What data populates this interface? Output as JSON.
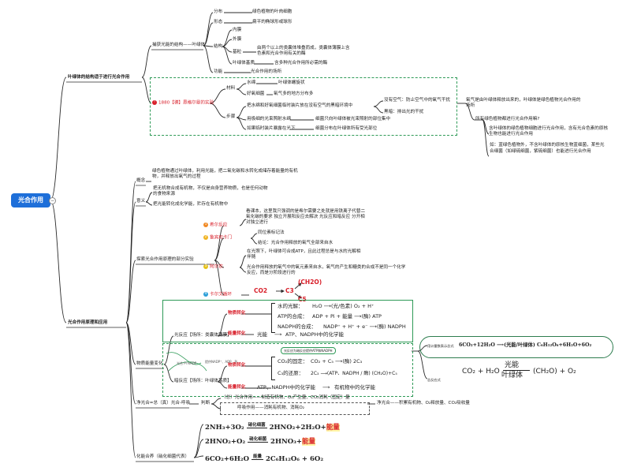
{
  "root": "光合作用",
  "branch1": {
    "title": "叶绿体的结构适于进行光合作用",
    "capture": "捕获光能的结构——叶绿体",
    "dist_label": "分布",
    "dist_value": "绿色植物的叶肉细胞",
    "shape_label": "形态",
    "shape_value": "扁平的椭球形或球形",
    "structure_label": "结构",
    "inner": "内膜",
    "outer": "外膜",
    "grana_label": "基粒",
    "grana_value": "由两个以上的类囊体堆叠而成，类囊体薄膜上含色素和光合作用有关的酶",
    "stroma_label": "叶绿体基质",
    "stroma_value": "含多种光合作用所必需的酶",
    "function_label": "功能",
    "function_value": "光合作用的场所"
  },
  "engelmann": {
    "title": "1880【德】恩格尔曼的实验",
    "material_label": "材料",
    "water_plant": "水绵",
    "water_plant_value": "叶绿体螺旋状",
    "bacteria": "好氧细菌",
    "bacteria_value": "氧气多的地方分布多",
    "steps_label": "步骤",
    "step1": "把水绵和好氧细菌临时装片放在没有空气的黑暗环境中",
    "no_air": "没有空气：防止空气中的氧气干扰",
    "dark": "黑暗：排出光的干扰",
    "step2": "用极细的光束照射水绵",
    "step2_result": "细菌只向叶绿体被光束照射的部位集中",
    "step3": "如果临时装片暴露在光下",
    "step3_result": "细菌分布在叶绿体所有受光部位",
    "conclusion": "氧气是由叶绿体释放出来的，叶绿体是绿色植物光合作用的场所",
    "question": "所有绿色植物都进行光合作用嘛?",
    "answer": "含叶绿体的绿色植物细胞进行光合作用，含有光合色素的原核生物也能进行光合作用",
    "example": "如：蓝绿色植物外，不含叶绿体的原核生物蓝细菌，某些光合细菌（如绿硫细菌，紫硫细菌）也能进行光合作用"
  },
  "branch2": {
    "title": "光合作用原理和应用",
    "concept_label": "概念",
    "concept_value": "绿色植物通过叶绿体，利用光能，把二氧化碳和水转化成储存着能量的有机物，并释放出氧气的过程",
    "meaning_label": "意义",
    "meaning1": "把无机物合成有机物，不仅是自身营养物质，也是任何动物的食物来源",
    "meaning2": "把光能转化成化学能，贮存在有机物中",
    "explore_label": "探索光合作用原理的部分实验",
    "exp1_badge": "1",
    "exp1": "希尔反应",
    "exp1_text": "看课本，这里我只强调的是希尔需要之处就是用铁离子代替二氧化碳的要求 独立开展阳反应去解决 光反应和暗反应 分开相对独立进行",
    "exp2_badge": "2",
    "exp2": "鲁宾和卡门",
    "exp2_method": "同位素标记法",
    "exp2_conclusion": "结论：光合作用释放的氧气全部来自水",
    "exp3_badge": "3",
    "exp3": "阿尔农",
    "exp3_text1": "在光照下，叶绿体可合成ATP，且此过程总是与水的光解相伴随",
    "exp3_text2": "光合作用释放的氧气中的氧元素来自水，氧气的产生和糖类的合成不是同一个化学反应，而是分阶段进行的",
    "exp4_badge": "4",
    "exp4": "卡尔文循环",
    "calvin_co2": "CO2",
    "calvin_c3": "C3",
    "calvin_ch2o": "(CH2O)",
    "calvin_c5": "C5",
    "process_label": "物质能量变化",
    "light_reaction": "光反应【场所：类囊体薄膜】",
    "dark_reaction": "暗反应【场所：叶绿体基质】",
    "matter_change": "物质转化",
    "energy_change": "能量转化",
    "light_water": "水的光解：",
    "light_water_eq": "H₂O ⟶(光/色素) O₂ + H⁺",
    "light_atp": "ATP的合成：",
    "light_atp_eq": "ADP + Pi + 能量 ⟶(酶) ATP",
    "light_nadph": "NADPH的合成：",
    "light_nadph_eq": "NADP⁺ + H⁺ + e⁻ ⟶(酶) NADPH",
    "light_energy_a": "光能",
    "light_energy_b": "ATP、NADPH中的化学能",
    "dark_co2": "CO₂的固定：",
    "dark_co2_eq": "CO₂ + C₅ ⟶(酶) 2C₃",
    "dark_c3": "C₃的还原：",
    "dark_c3_eq": "2C₃ ⟶(ATP、NADPH / 酶) (CH₂O)+C₅",
    "dark_energy_a": "ATP、NADPH中的化学能",
    "dark_energy_b": "有机物中的化学能",
    "small_note": "光反应为暗反应提供ATP和NADPH",
    "cycle_left": "光合 Pi NADP",
    "cycle_mid": "提供NADP⁺、ADP、Pi",
    "total_eq_label": "用计量数表示总式",
    "total_eq": "6CO₂+12H₂O ⟶(光能/叶绿体) C₆H₁₂O₆+6H₂O+6O₂",
    "simple_eq_label": "总反应式",
    "simple_left": "CO₂ + H₂O",
    "simple_cond_top": "光能",
    "simple_cond_bottom": "叶绿体",
    "simple_right": "(CH₂O) + O₂",
    "net_label": "净光合=总（真）光合-呼吸",
    "judge_label": "判断",
    "judge1": "（总）光合作用——制造有机物、O₂产生量、CO₂消耗（固定）量",
    "judge2": "呼吸作用——消耗有机物、消耗O₂",
    "net_value": "净光合——积累有机物、O₂释放量、CO₂吸收量",
    "chemo_label": "化能合养（硝化细菌代表）",
    "chemo_eq1_left": "2NH₃+3O₂",
    "chemo_eq1_cond": "硝化细菌",
    "chemo_eq1_right": "2HNO₂+2H₂O+",
    "chemo_eq2_left": "2HNO₂+O₂",
    "chemo_eq2_cond": "硝化细菌",
    "chemo_eq2_right": "2HNO₃+",
    "chemo_energy": "能量",
    "chemo_eq3_left": "6CO₂+6H₂O",
    "chemo_eq3_cond": "能量",
    "chemo_eq3_right": "2C₆H₁₂O₆ + 6O₂"
  },
  "colors": {
    "root": "#1e6fd9",
    "line": "#2a2a2a",
    "green": "#2e9a57",
    "red": "#d81f2a",
    "highlight": "#fff6a6"
  }
}
